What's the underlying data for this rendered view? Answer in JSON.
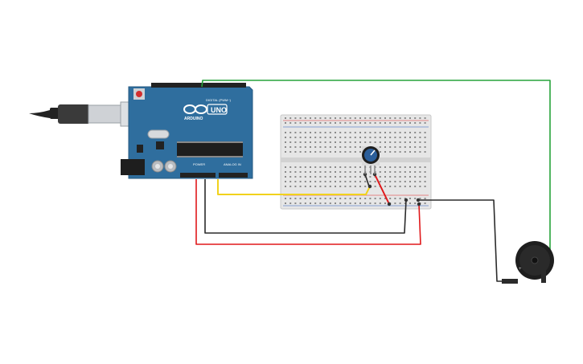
{
  "arduino": {
    "brand": "ARDUINO",
    "model": "UNO",
    "digital_header": "DIGITAL (PWM~)",
    "power_header": "POWER",
    "analog_header": "ANALOG IN",
    "board_color": "#2f6e9e"
  },
  "wire_colors": {
    "green": "#27a33b",
    "yellow": "#f1d21c",
    "black": "#2b2b2b",
    "red": "#e0191b"
  },
  "icons": [
    "usb-cable-icon",
    "arduino-uno-icon",
    "breadboard-icon",
    "potentiometer-icon",
    "piezo-buzzer-icon"
  ]
}
